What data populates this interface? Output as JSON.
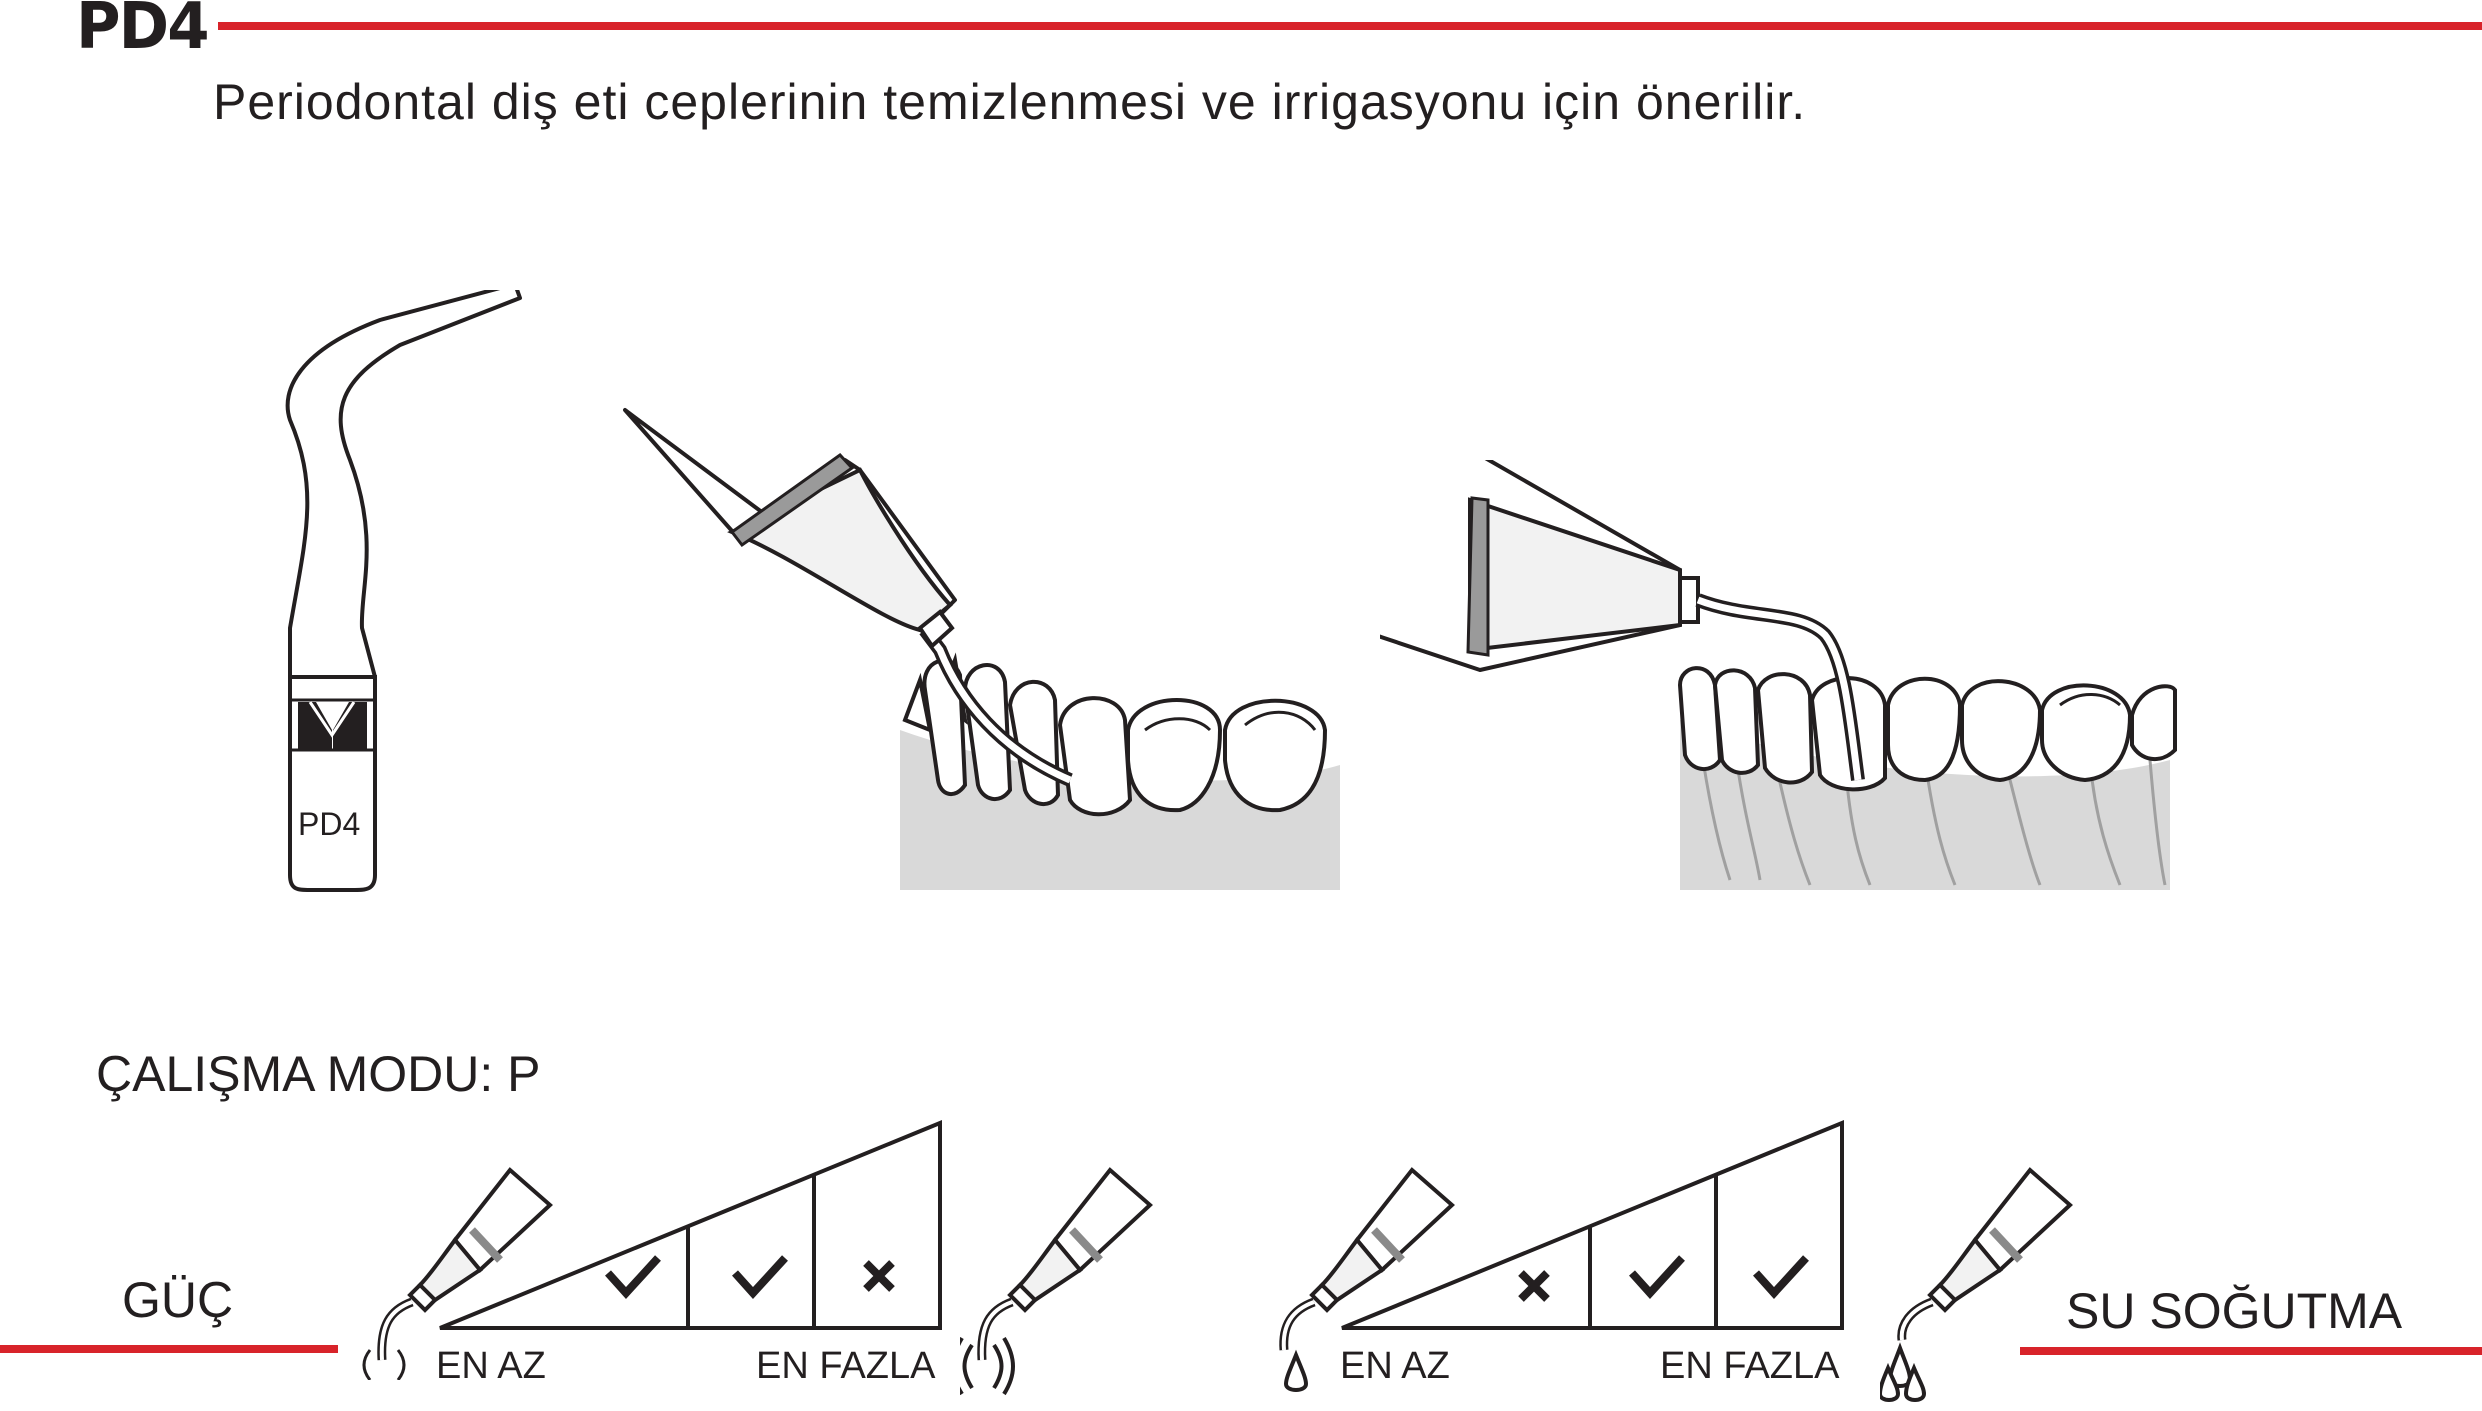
{
  "header": {
    "code": "PD4",
    "description": "Periodontal diş eti ceplerinin temizlenmesi ve irrigasyonu için önerilir."
  },
  "tip_label": "PD4",
  "mode": {
    "label": "ÇALIŞMA MODU: P"
  },
  "power": {
    "label": "GÜÇ",
    "min_label": "EN AZ",
    "max_label": "EN FAZLA",
    "levels": [
      "check",
      "check",
      "cross"
    ]
  },
  "water": {
    "label": "SU SOĞUTMA",
    "min_label": "EN AZ",
    "max_label": "EN FAZLA",
    "levels": [
      "cross",
      "check",
      "check"
    ]
  },
  "colors": {
    "accent": "#d8232a",
    "text": "#231f20",
    "gum": "#d9d9d9"
  }
}
